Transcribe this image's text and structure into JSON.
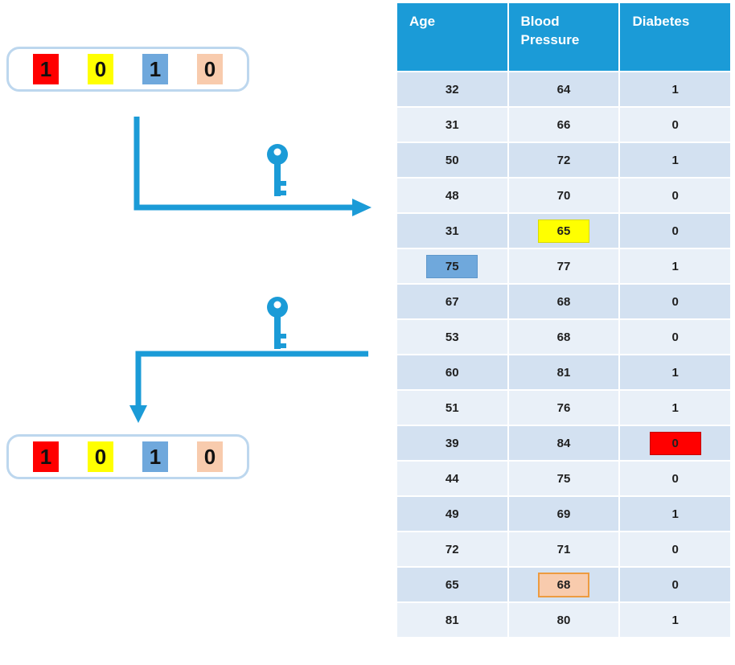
{
  "diagram": {
    "top_code": {
      "cells": [
        {
          "value": "1",
          "color": "#FF0000"
        },
        {
          "value": "0",
          "color": "#FFFF00"
        },
        {
          "value": "1",
          "color": "#6FA8DC"
        },
        {
          "value": "0",
          "color": "#F8CBAD"
        }
      ]
    },
    "bottom_code": {
      "cells": [
        {
          "value": "1",
          "color": "#FF0000"
        },
        {
          "value": "0",
          "color": "#FFFF00"
        },
        {
          "value": "1",
          "color": "#6FA8DC"
        },
        {
          "value": "0",
          "color": "#F8CBAD"
        }
      ]
    },
    "icons": {
      "key": "key-icon"
    },
    "arrow_color": "#1B9BD7",
    "pill_border_color": "#BDD7EE"
  },
  "table": {
    "headers": [
      "Age",
      "Blood Pressure",
      "Diabetes"
    ],
    "colors": {
      "header_bg": "#1B9BD7",
      "header_text": "#FFFFFF",
      "row_dark": "#D3E1F1",
      "row_light": "#E9F0F8",
      "highlight_yellow": "#FFFF00",
      "highlight_blue": "#6FA8DC",
      "highlight_red": "#FF0000",
      "highlight_peach": "#F8CBAD",
      "highlight_peach_border": "#ED9B40"
    },
    "rows": [
      {
        "age": "32",
        "bp": "64",
        "diabetes": "1"
      },
      {
        "age": "31",
        "bp": "66",
        "diabetes": "0"
      },
      {
        "age": "50",
        "bp": "72",
        "diabetes": "1"
      },
      {
        "age": "48",
        "bp": "70",
        "diabetes": "0"
      },
      {
        "age": "31",
        "bp": "65",
        "diabetes": "0",
        "highlight_col": "bp",
        "highlight_color": "#FFFF00"
      },
      {
        "age": "75",
        "bp": "77",
        "diabetes": "1",
        "highlight_col": "age",
        "highlight_color": "#6FA8DC"
      },
      {
        "age": "67",
        "bp": "68",
        "diabetes": "0"
      },
      {
        "age": "53",
        "bp": "68",
        "diabetes": "0"
      },
      {
        "age": "60",
        "bp": "81",
        "diabetes": "1"
      },
      {
        "age": "51",
        "bp": "76",
        "diabetes": "1"
      },
      {
        "age": "39",
        "bp": "84",
        "diabetes": "0",
        "highlight_col": "diabetes",
        "highlight_color": "#FF0000"
      },
      {
        "age": "44",
        "bp": "75",
        "diabetes": "0"
      },
      {
        "age": "49",
        "bp": "69",
        "diabetes": "1"
      },
      {
        "age": "72",
        "bp": "71",
        "diabetes": "0"
      },
      {
        "age": "65",
        "bp": "68",
        "diabetes": "0",
        "highlight_col": "bp",
        "highlight_color": "#F8CBAD"
      },
      {
        "age": "81",
        "bp": "80",
        "diabetes": "1"
      }
    ]
  }
}
